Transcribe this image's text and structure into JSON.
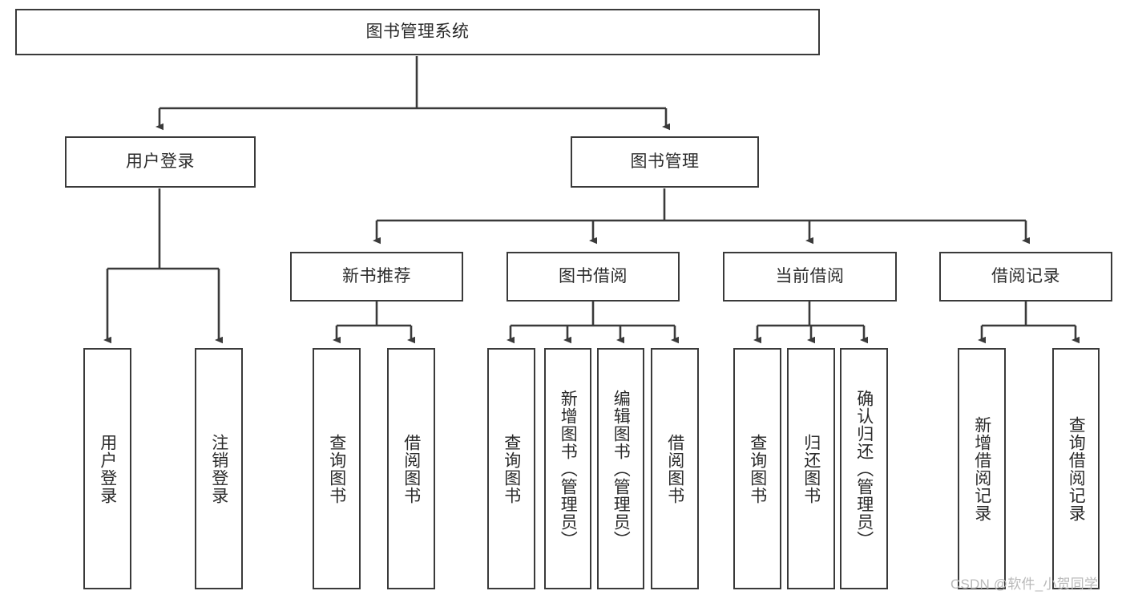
{
  "diagram": {
    "type": "hierarchy-tree",
    "title": "图书管理系统",
    "root": {
      "id": "root",
      "label": "图书管理系统"
    },
    "level2": [
      {
        "id": "user-login",
        "label": "用户登录"
      },
      {
        "id": "book-manage",
        "label": "图书管理"
      }
    ],
    "level3": [
      {
        "id": "new-book-recommend",
        "label": "新书推荐",
        "parent": "book-manage"
      },
      {
        "id": "book-borrow",
        "label": "图书借阅",
        "parent": "book-manage"
      },
      {
        "id": "current-borrow",
        "label": "当前借阅",
        "parent": "book-manage"
      },
      {
        "id": "borrow-record",
        "label": "借阅记录",
        "parent": "book-manage"
      }
    ],
    "leaves": [
      {
        "id": "leaf-user-login",
        "label": "用户登录",
        "parent": "user-login"
      },
      {
        "id": "leaf-logout",
        "label": "注销登录",
        "parent": "user-login"
      },
      {
        "id": "leaf-query-book-1",
        "label": "查询图书",
        "parent": "new-book-recommend"
      },
      {
        "id": "leaf-borrow-book-1",
        "label": "借阅图书",
        "parent": "new-book-recommend"
      },
      {
        "id": "leaf-query-book-2",
        "label": "查询图书",
        "parent": "book-borrow"
      },
      {
        "id": "leaf-add-book",
        "label": "新增图书（管理员）",
        "parent": "book-borrow"
      },
      {
        "id": "leaf-edit-book",
        "label": "编辑图书（管理员）",
        "parent": "book-borrow"
      },
      {
        "id": "leaf-borrow-book-2",
        "label": "借阅图书",
        "parent": "book-borrow"
      },
      {
        "id": "leaf-query-book-3",
        "label": "查询图书",
        "parent": "current-borrow"
      },
      {
        "id": "leaf-return-book",
        "label": "归还图书",
        "parent": "current-borrow"
      },
      {
        "id": "leaf-confirm-return",
        "label": "确认归还（管理员）",
        "parent": "current-borrow"
      },
      {
        "id": "leaf-add-record",
        "label": "新增借阅记录",
        "parent": "borrow-record"
      },
      {
        "id": "leaf-query-record",
        "label": "查询借阅记录",
        "parent": "borrow-record"
      }
    ],
    "watermark": "CSDN @软件_小贺同学",
    "colors": {
      "stroke": "#3a3a3a",
      "fill": "#ffffff",
      "text": "#2b2b2b",
      "watermark": "#b9b9b9"
    }
  }
}
